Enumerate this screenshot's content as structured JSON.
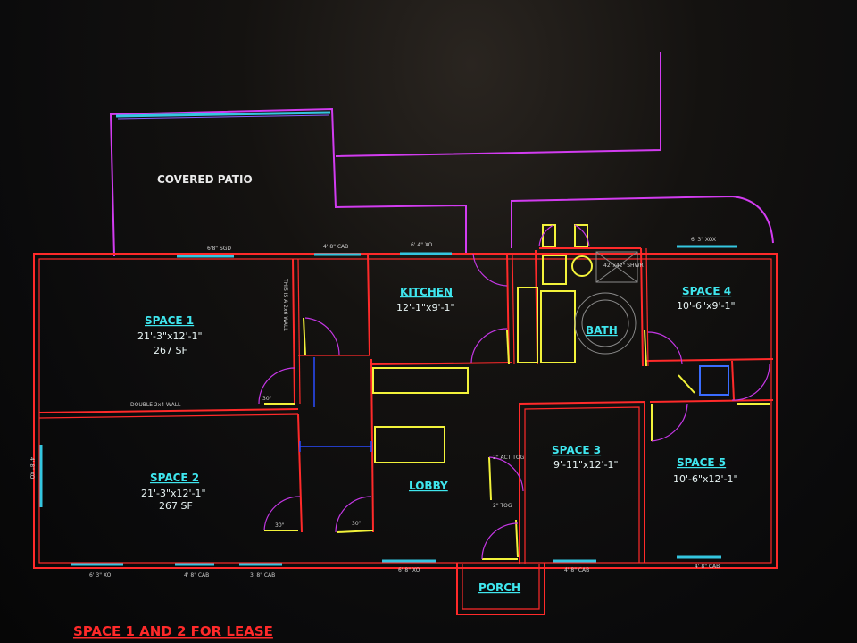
{
  "rooms": [
    {
      "name": "SPACE 1",
      "dims": "21'-3\"x12'-1\"",
      "area": "267 SF"
    },
    {
      "name": "SPACE 2",
      "dims": "21'-3\"x12'-1\"",
      "area": "267 SF"
    },
    {
      "name": "KITCHEN",
      "dims": "12'-1\"x9'-1\""
    },
    {
      "name": "SPACE 4",
      "dims": "10'-6\"x9'-1\""
    },
    {
      "name": "BATH"
    },
    {
      "name": "SPACE 3",
      "dims": "9'-11\"x12'-1\""
    },
    {
      "name": "SPACE 5",
      "dims": "10'-6\"x12'-1\""
    },
    {
      "name": "LOBBY"
    },
    {
      "name": "PORCH"
    }
  ],
  "covered_patio": "COVERED PATIO",
  "lease_note": "SPACE 1 AND 2 FOR LEASE",
  "annotations": {
    "patio_door": "6'8\" SGD",
    "cab_top": "4' 8\" CAB",
    "kitchen_top": "6' 4\" XO",
    "space4_top": "6' 3\" XOX",
    "double_wall": "DOUBLE 2x4 WALL",
    "thin_wall": "THIS IS A 2x6 WALL",
    "door_30_a": "30\"",
    "door_30_b": "30\"",
    "door_30_c": "30\"",
    "act_top": "2\" ACT TOG",
    "tog": "2\" TOG",
    "bottom_1": "6' 3\" XO",
    "bottom_2": "4' 8\" CAB",
    "bottom_3": "3' 8\" CAB",
    "bottom_4": "6' 8\" XO",
    "bottom_5": "4' 8\" CAB",
    "bottom_6": "4' 8\" CAB",
    "left_side": "4' 8\" XO",
    "shower": "42\"x42\" SHWR"
  },
  "colors": {
    "walls": "#ff2a2a",
    "outline": "#d23cf0",
    "fixtures": "#f2f23a",
    "labels": "#3fe6ee",
    "windows": "#34c6e0",
    "dimension": "#2a4cff"
  }
}
